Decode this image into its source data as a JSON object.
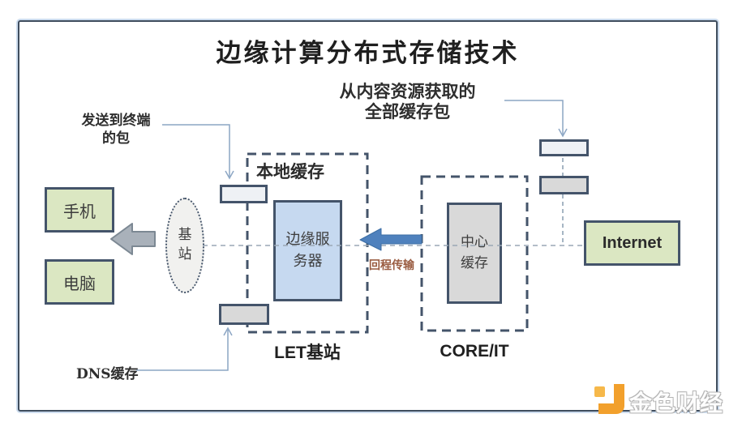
{
  "title": "边缘计算分布式存储技术",
  "annotations": {
    "fetch_line1": "从内容资源获取的",
    "fetch_line2": "全部缓存包",
    "sent_line1": "发送到终端",
    "sent_line2": "的包",
    "dns_cache": "DNS缓存",
    "backhaul": "回程传输",
    "local_cache": "本地缓存",
    "let_station": "LET基站",
    "core_it": "CORE/IT"
  },
  "nodes": {
    "phone": "手机",
    "pc": "电脑",
    "base_station": "基站",
    "edge_server": "边缘服务器",
    "central_cache": "中心缓存",
    "internet": "Internet"
  },
  "logo": {
    "brand": "金色财经"
  },
  "colors": {
    "frame_border": "#3f4d5e",
    "node_border": "#44546a",
    "green_fill": "#dbe7c2",
    "blue_fill": "#c6d9f0",
    "gray_fill": "#d9d9d9",
    "light_fill": "#eef1f5",
    "arrow_blue": "#4f81bd",
    "arrow_gray": "#a9b1ba",
    "connector_blue": "#8ca6c4",
    "dashed_gray": "#9aa7b5",
    "backhaul_text": "#9a5c41",
    "logo_orange": "#f2a02c"
  }
}
